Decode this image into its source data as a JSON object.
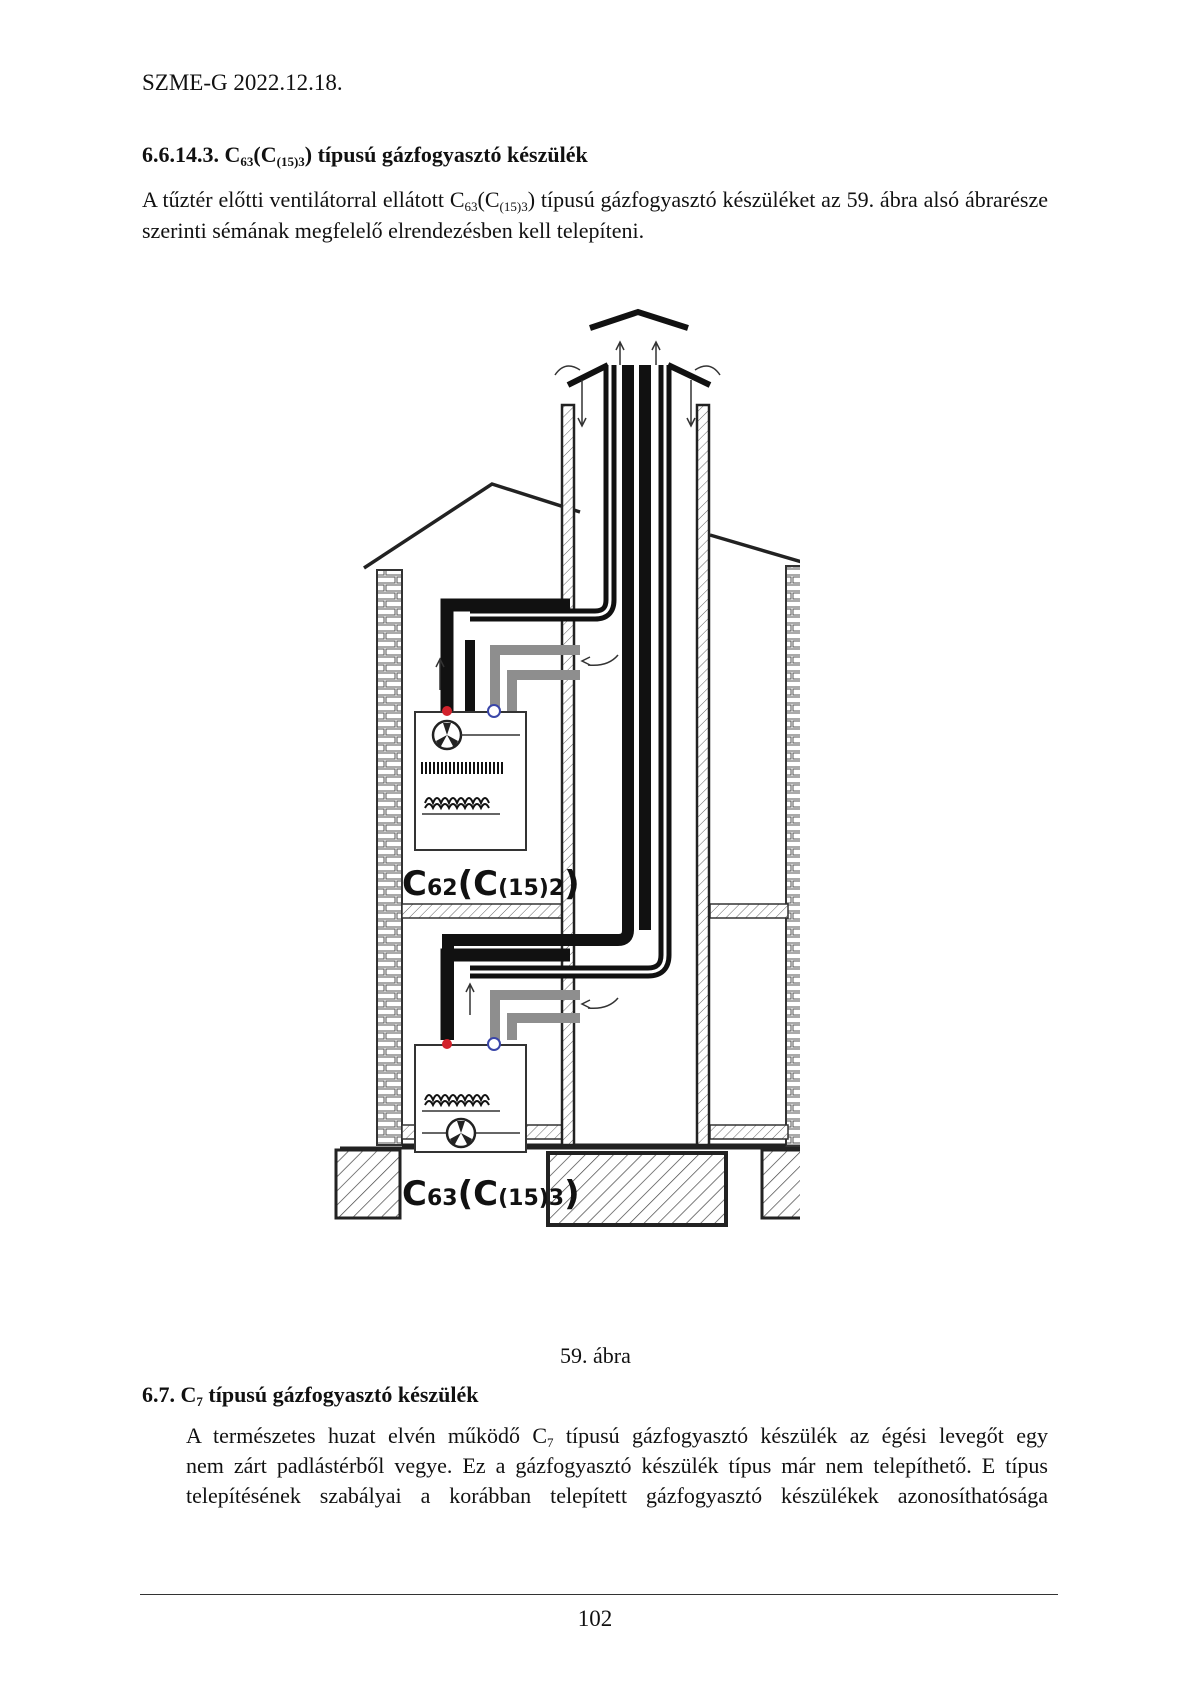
{
  "header": {
    "doc_ref": "SZME-G 2022.12.18."
  },
  "section1": {
    "number": "6.6.14.3.",
    "title_prefix": "C",
    "title_sub1": "63",
    "title_mid": "(C",
    "title_sub2": "(15)3",
    "title_suffix": ") típusú gázfogyasztó készülék",
    "para_part1": "A tűztér előtti ventilátorral ellátott C",
    "para_sub1": "63",
    "para_part2": "(C",
    "para_sub2": "(15)3",
    "para_part3": ") típusú gázfogyasztó készüléket az 59. ábra alsó ábrarésze szerinti sémának megfelelő elrendezésben kell telepíteni."
  },
  "figure": {
    "label_upper_main": "C",
    "label_upper_sub1": "62",
    "label_upper_mid": "(C",
    "label_upper_sub2": "(15)2",
    "label_upper_end": ")",
    "label_lower_main": "C",
    "label_lower_sub1": "63",
    "label_lower_mid": "(C",
    "label_lower_sub2": "(15)3",
    "label_lower_end": ")",
    "caption": "59. ábra",
    "colors": {
      "flue": "#111111",
      "air_duct": "#8e8e8e",
      "hot_dot": "#d2222c",
      "cold_dot": "#3a46a8"
    }
  },
  "section2": {
    "number": "6.7.",
    "title_prefix": "C",
    "title_sub": "7",
    "title_suffix": " típusú gázfogyasztó készülék",
    "line1_a": "A természetes huzat elvén működő C",
    "line1_sub": "7",
    "line1_b": " típusú gázfogyasztó készülék az égési levegőt egy",
    "line2": "nem zárt padlástérből vegye. Ez a gázfogyasztó készülék típus már nem telepíthető. E típus",
    "line3": "telepítésének szabályai a korábban telepített gázfogyasztó készülékek azonosíthatósága"
  },
  "footer": {
    "page_number": "102"
  }
}
